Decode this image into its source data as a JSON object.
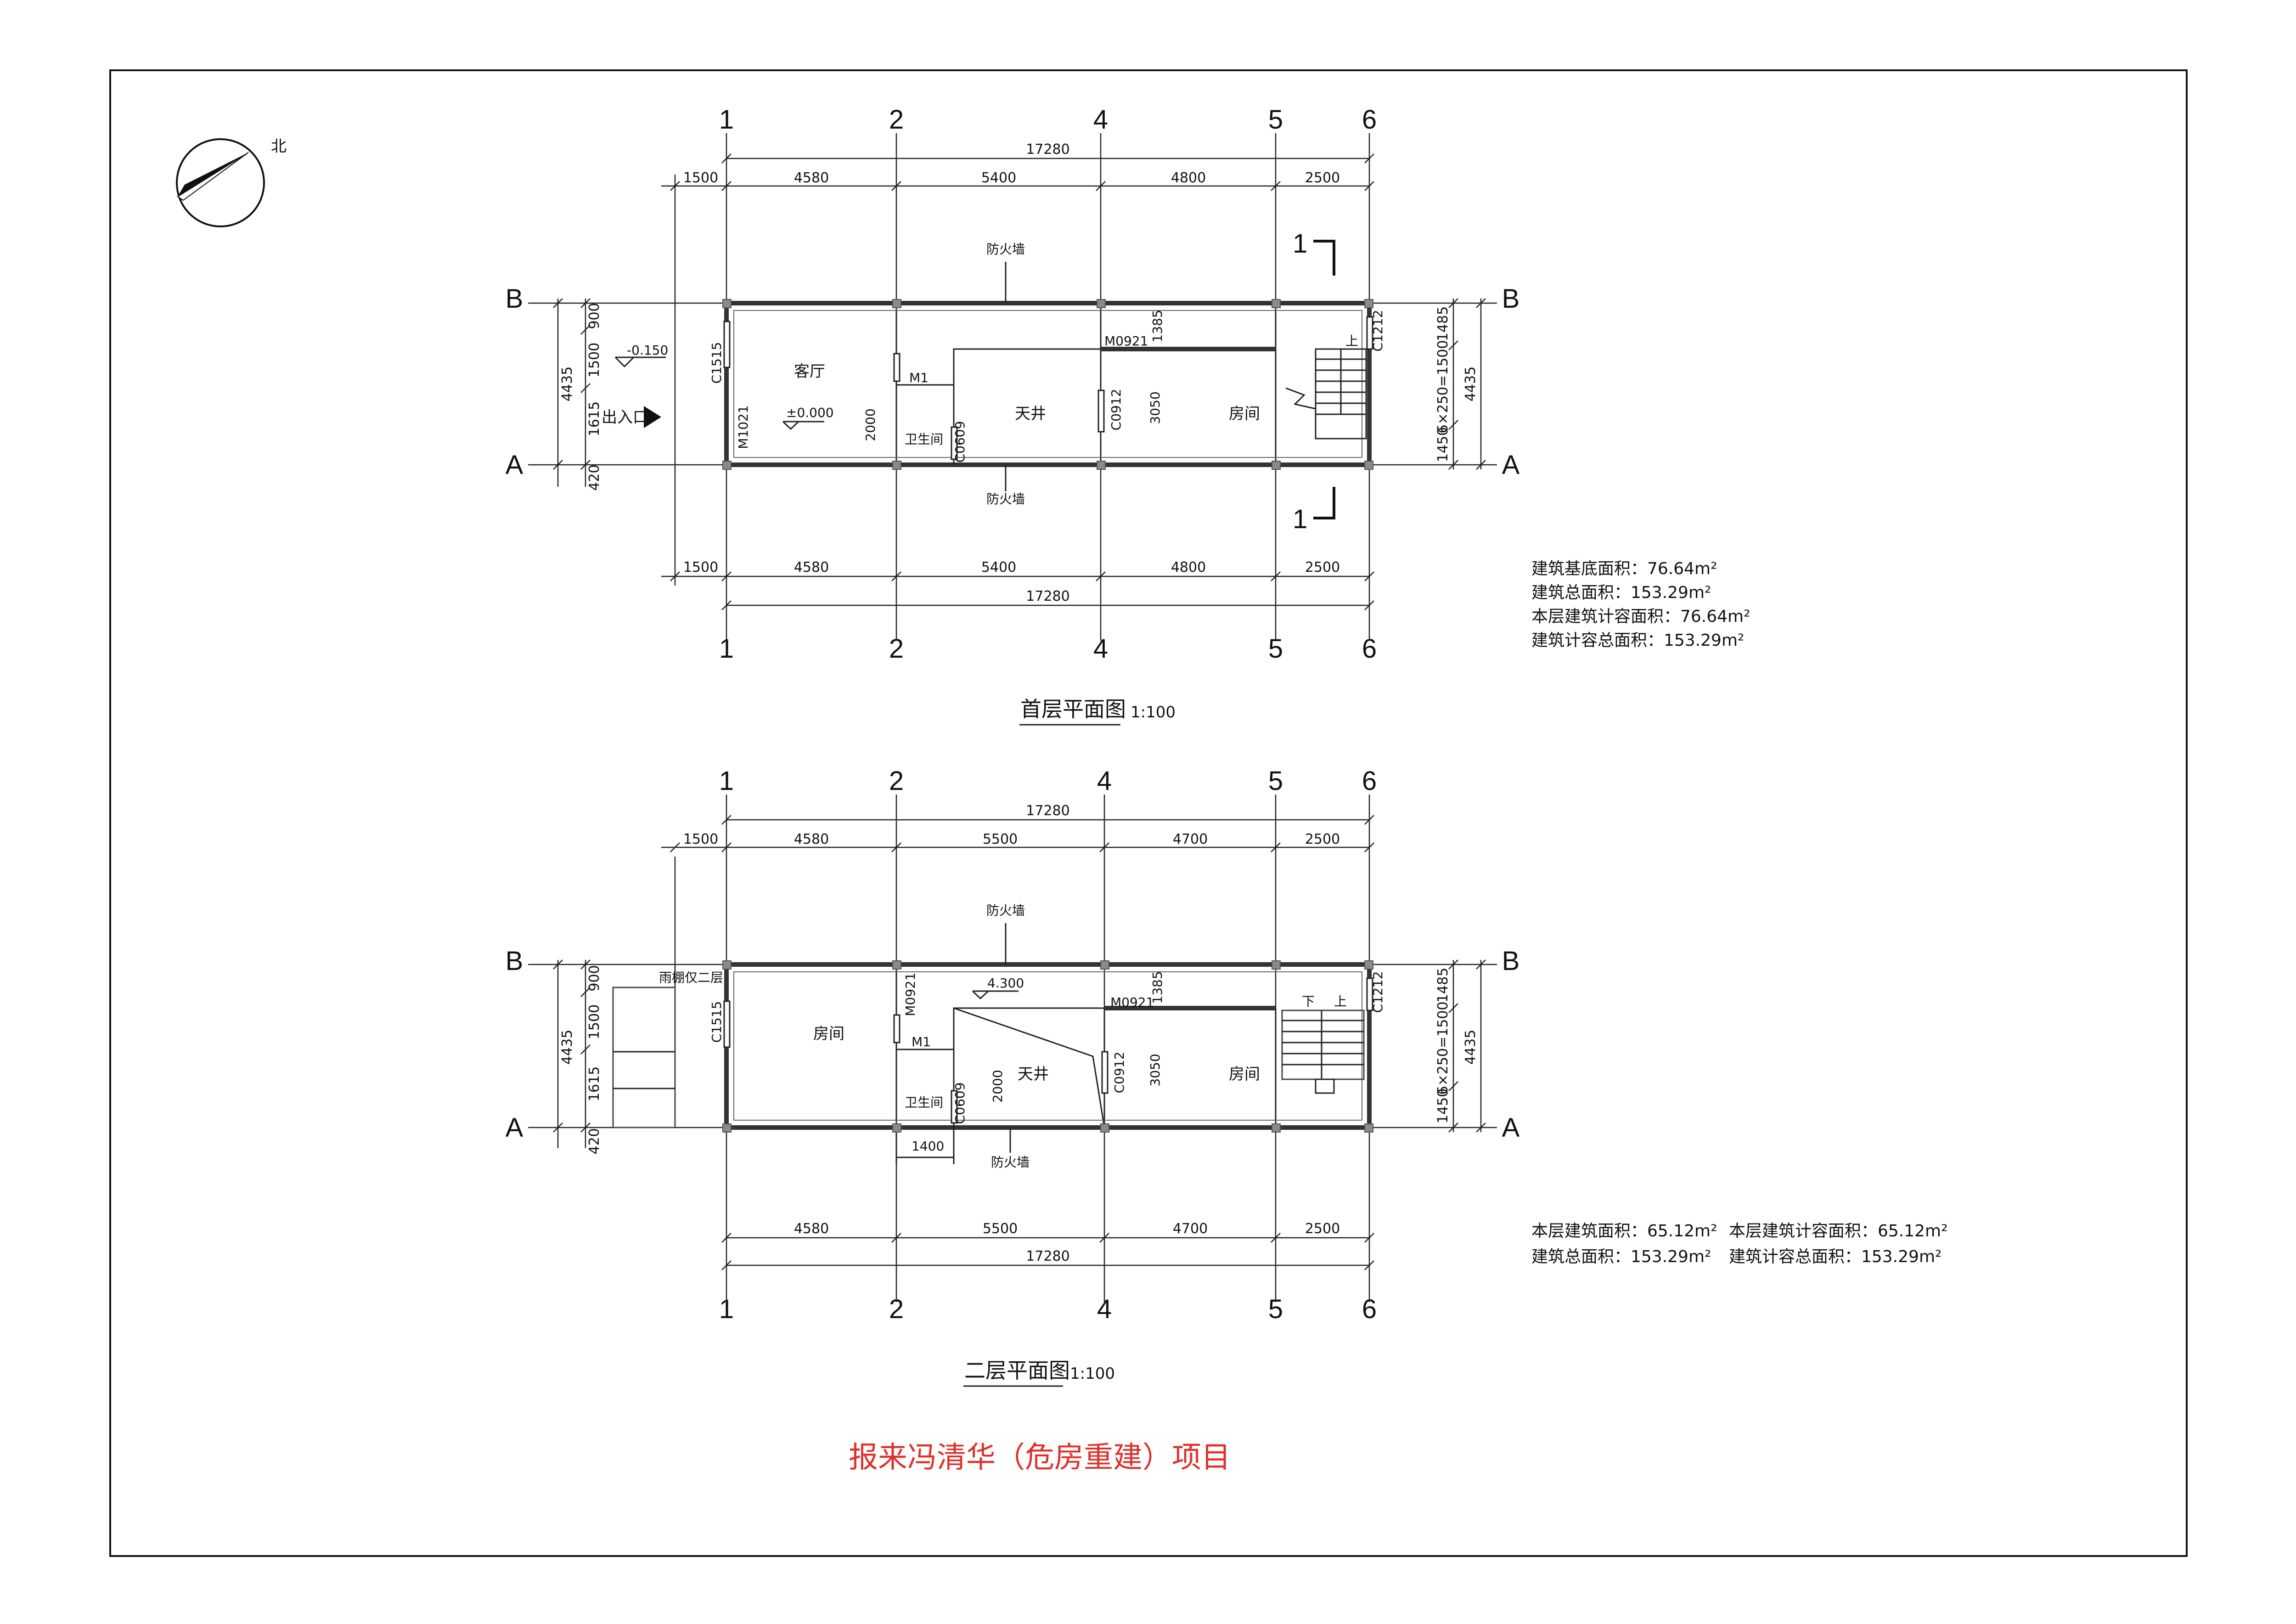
{
  "north": {
    "label": "北"
  },
  "project_title": "报来冯清华（危房重建）项目",
  "axes": {
    "x": [
      "1",
      "2",
      "4",
      "5",
      "6"
    ],
    "y": [
      "B",
      "A"
    ]
  },
  "plan1": {
    "title": "首层平面图",
    "scale": "1:100",
    "dims_top_total": "17280",
    "dims_top": [
      "1500",
      "4580",
      "5400",
      "4800",
      "2500"
    ],
    "dims_bottom_total": "17280",
    "dims_bottom": [
      "1500",
      "4580",
      "5400",
      "4800",
      "2500"
    ],
    "dims_left_outer": "4435",
    "dims_left": [
      "900",
      "1500",
      "1615",
      "420"
    ],
    "dims_right_outer": "4435",
    "dims_right": [
      "1485",
      "6×250=1500",
      "1450"
    ],
    "rooms": {
      "living": "客厅",
      "wc": "卫生间",
      "courtyard": "天井",
      "room": "房间",
      "firewall_top": "防火墙",
      "firewall_bottom": "防火墙",
      "entrance": "出入口",
      "up": "上"
    },
    "elev_outside": "-0.150",
    "elev_inside": "±0.000",
    "tags": {
      "c1515": "C1515",
      "m1021": "M1021",
      "m1": "M1",
      "c0609": "C0609",
      "m0921": "M0921",
      "c0912": "C0912",
      "c1212": "C1212",
      "d2000": "2000",
      "d1385": "1385",
      "d3050": "3050"
    },
    "section_mark": "1",
    "info": [
      "建筑基底面积：76.64m²",
      "建筑总面积：153.29m²",
      "本层建筑计容面积：76.64m²",
      "建筑计容总面积：153.29m²"
    ]
  },
  "plan2": {
    "title": "二层平面图",
    "scale": "1:100",
    "dims_top_total": "17280",
    "dims_top": [
      "1500",
      "4580",
      "5500",
      "4700",
      "2500"
    ],
    "dims_bottom_total": "17280",
    "dims_bottom": [
      "4580",
      "5500",
      "4700",
      "2500"
    ],
    "dims_left_outer": "4435",
    "dims_left": [
      "900",
      "1500",
      "1615",
      "420"
    ],
    "dims_right_outer": "4435",
    "dims_right": [
      "1485",
      "6×250=1500",
      "1450"
    ],
    "canopy": "雨棚仅二层",
    "rooms": {
      "room_left": "房间",
      "wc": "卫生间",
      "courtyard": "天井",
      "room": "房间",
      "firewall_top": "防火墙",
      "firewall_bottom": "防火墙",
      "down": "下",
      "up": "上"
    },
    "elev": "4.300",
    "tags": {
      "c1515": "C1515",
      "m0921a": "M0921",
      "m1": "M1",
      "c0609": "C0609",
      "m0921b": "M0921",
      "c0912": "C0912",
      "c1212": "C1212",
      "d2000": "2000",
      "d1385": "1385",
      "d3050": "3050",
      "d1400": "1400"
    },
    "info": [
      "本层建筑面积：65.12m²",
      "本层建筑计容面积：65.12m²",
      "建筑总面积：153.29m²",
      "建筑计容总面积：153.29m²"
    ]
  }
}
